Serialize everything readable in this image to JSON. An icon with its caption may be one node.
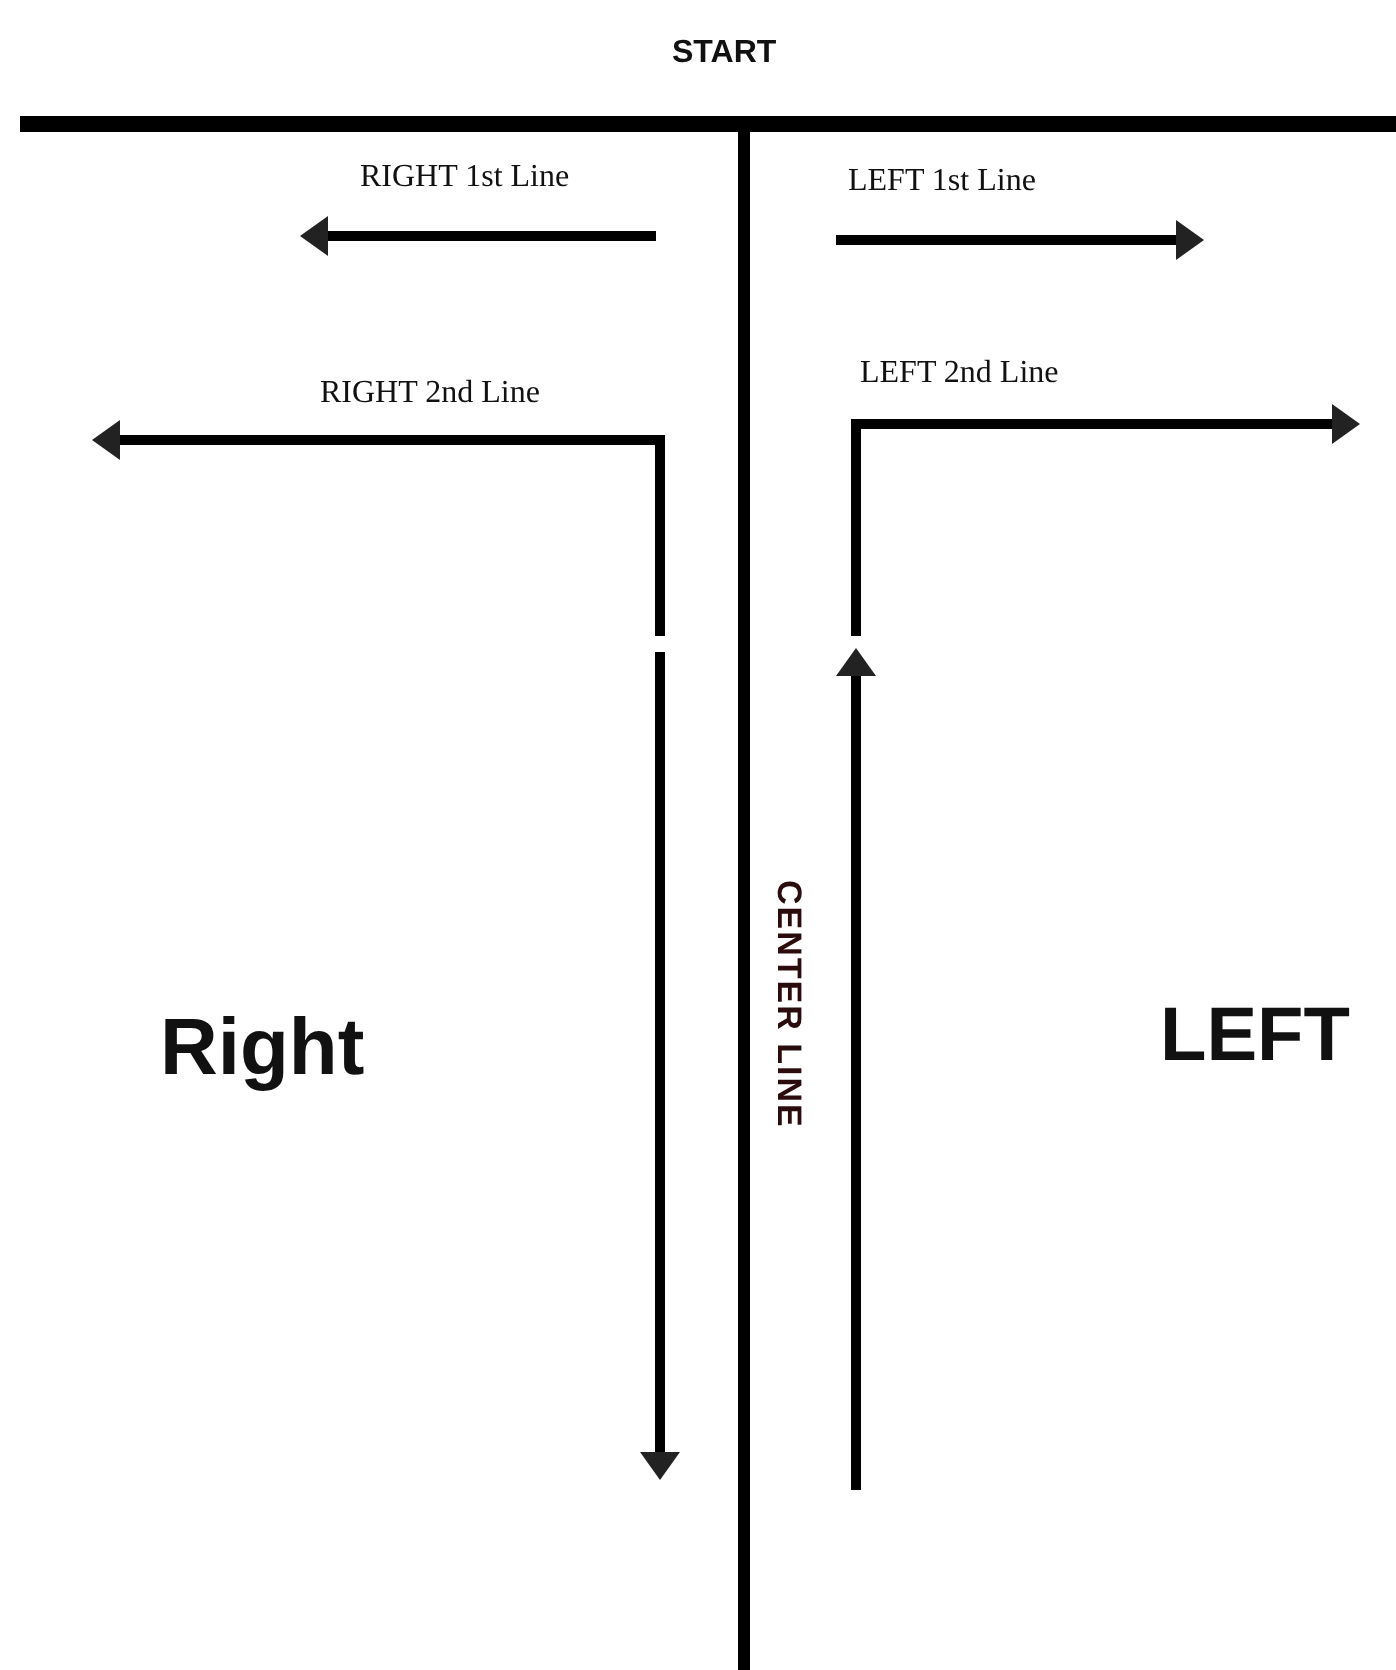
{
  "diagram": {
    "labels": [
      "START",
      "RIGHT 1st Line",
      "LEFT 1st Line",
      "RIGHT 2nd Line",
      "LEFT 2nd Line",
      "CENTER LINE",
      "Right",
      "LEFT"
    ]
  }
}
